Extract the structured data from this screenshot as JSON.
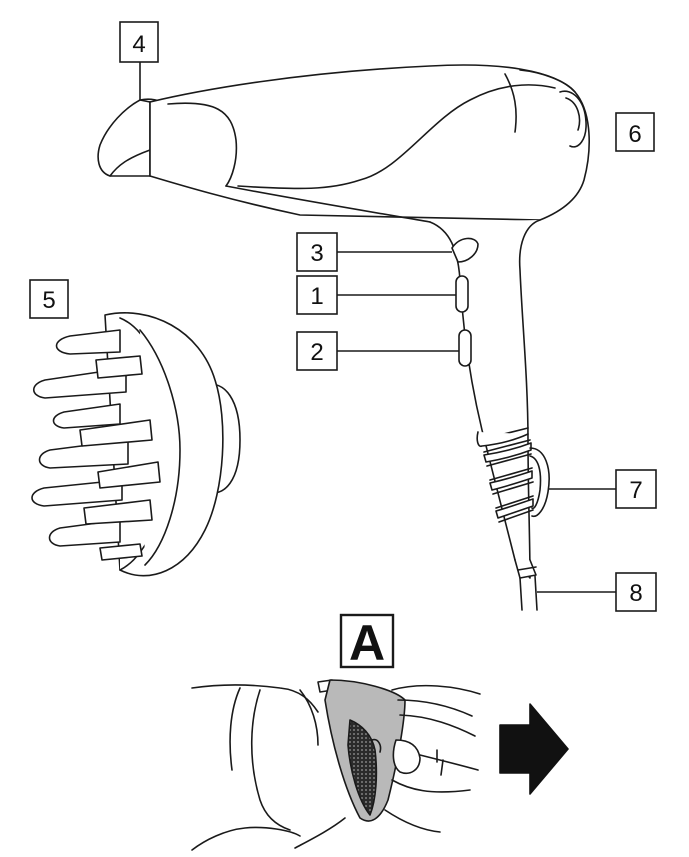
{
  "callouts": {
    "one": "1",
    "two": "2",
    "three": "3",
    "four": "4",
    "five": "5",
    "six": "6",
    "seven": "7",
    "eight": "8"
  },
  "panel": {
    "label": "A"
  },
  "colors": {
    "line": "#1a1a1a",
    "filter_fill": "#b9b9b9",
    "filter_mesh": "#2b2b2b",
    "arrow": "#111111"
  }
}
